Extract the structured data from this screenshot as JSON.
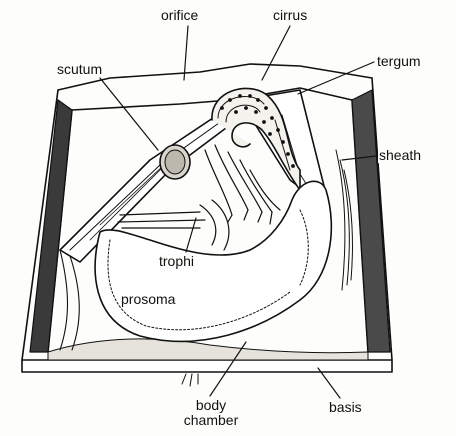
{
  "labels": {
    "orifice": "orifice",
    "cirrus": "cirrus",
    "scutum": "scutum",
    "tergum": "tergum",
    "sheath": "sheath",
    "trophi": "trophi",
    "prosoma": "prosoma",
    "body_chamber_line1": "body",
    "body_chamber_line2": "chamber",
    "basis": "basis"
  },
  "colors": {
    "ink": "#111111",
    "paper": "#fdfdfb",
    "shade": "#3a3a3a"
  }
}
